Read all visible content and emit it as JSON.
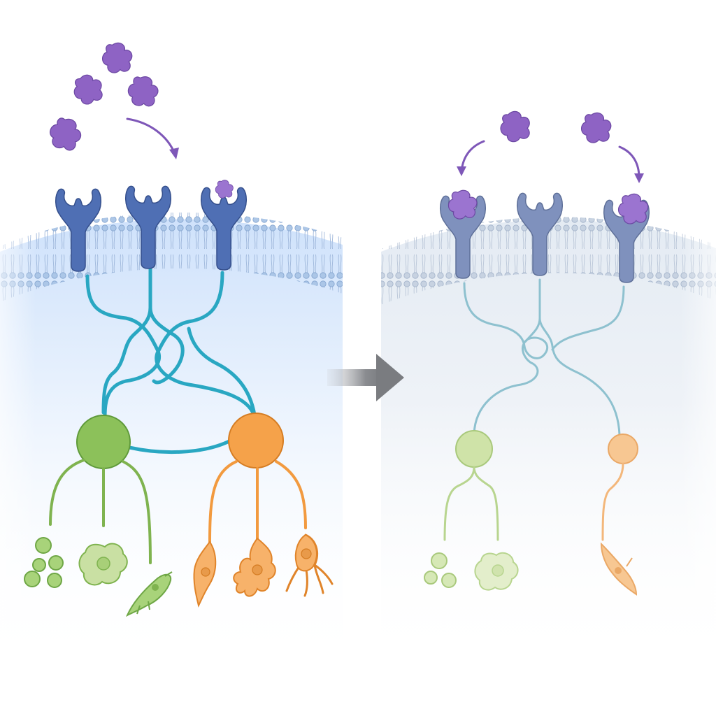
{
  "colors": {
    "ligand": "#8e63c4",
    "ligand_edge": "#6c48a3",
    "receptor_active": "#4f6fb4",
    "receptor_active_edge": "#354f8c",
    "receptor_dim": "#7f91bd",
    "receptor_dim_edge": "#5f7099",
    "membrane_head": "#a9c4e6",
    "membrane_head_edge": "#7d9fcc",
    "signal_active": "#29a7c2",
    "signal_dim": "#8ec1cf",
    "green_node": "#8cc15a",
    "green_node_edge": "#5f9a3a",
    "green_dim": "#cfe3a8",
    "orange_node": "#f5a24a",
    "orange_node_edge": "#d57c22",
    "orange_dim": "#f7c792",
    "cytoplasm": "#e3effc",
    "arrow": "#8a8c90"
  },
  "panels": [
    {
      "name": "active",
      "receptors": 3,
      "bound_receptors": [
        2
      ],
      "free_ligands": 4,
      "pathway_nodes": [
        "green",
        "orange"
      ],
      "green_outputs": 3,
      "orange_outputs": 3
    },
    {
      "name": "reduced",
      "receptors": 3,
      "bound_receptors": [
        0,
        2
      ],
      "free_ligands": 2,
      "pathway_nodes": [
        "green",
        "orange"
      ],
      "green_outputs": 2,
      "orange_outputs": 1
    }
  ],
  "icons": [
    "ligand-icon",
    "receptor-icon",
    "lipid-bilayer",
    "signaling-node-icon",
    "cell-icon",
    "transition-arrow-icon"
  ]
}
